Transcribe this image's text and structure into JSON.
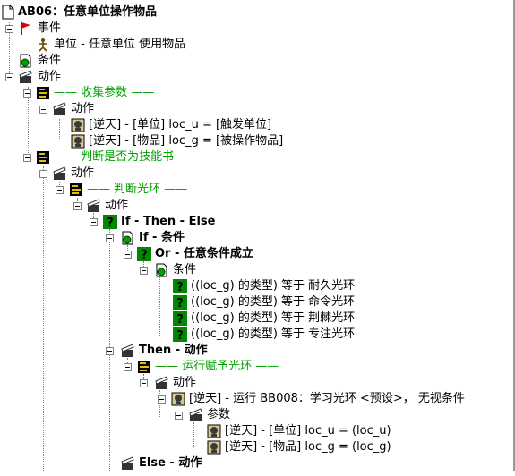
{
  "root": {
    "label": "AB06：任意单位操作物品"
  },
  "events": {
    "label": "事件"
  },
  "event_item": {
    "label": "单位 - 任意单位 使用物品"
  },
  "conditions": {
    "label": "条件"
  },
  "actions": {
    "label": "动作"
  },
  "comment_collect": {
    "label": "—— 收集参数 ——"
  },
  "collect_actions": {
    "label": "动作"
  },
  "set_u": {
    "label": "[逆天] - [单位] loc_u = [触发单位]"
  },
  "set_g": {
    "label": "[逆天] - [物品] loc_g = [被操作物品]"
  },
  "comment_skillbook": {
    "label": "—— 判断是否为技能书 ——"
  },
  "skillbook_actions": {
    "label": "动作"
  },
  "comment_aura": {
    "label": "—— 判断光环 ——"
  },
  "aura_actions": {
    "label": "动作"
  },
  "ifthen": {
    "label": "If - Then - Else"
  },
  "if_cond": {
    "label": "If - 条件"
  },
  "or_cond": {
    "label": "Or - 任意条件成立"
  },
  "or_sub_cond": {
    "label": "条件"
  },
  "cond_1": {
    "label": "((loc_g) 的类型) 等于 耐久光环"
  },
  "cond_2": {
    "label": "((loc_g) 的类型) 等于 命令光环"
  },
  "cond_3": {
    "label": "((loc_g) 的类型) 等于 荆棘光环"
  },
  "cond_4": {
    "label": "((loc_g) 的类型) 等于 专注光环"
  },
  "then_actions": {
    "label": "Then - 动作"
  },
  "comment_run": {
    "label": "—— 运行赋予光环 ——"
  },
  "run_actions": {
    "label": "动作"
  },
  "run_call": {
    "label": "[逆天] - 运行 BB008：学习光环 <预设>， 无视条件"
  },
  "params": {
    "label": "参数"
  },
  "param_u": {
    "label": "[逆天] - [单位] loc_u = (loc_u)"
  },
  "param_g": {
    "label": "[逆天] - [物品] loc_g = (loc_g)"
  },
  "else_actions": {
    "label": "Else - 动作"
  }
}
